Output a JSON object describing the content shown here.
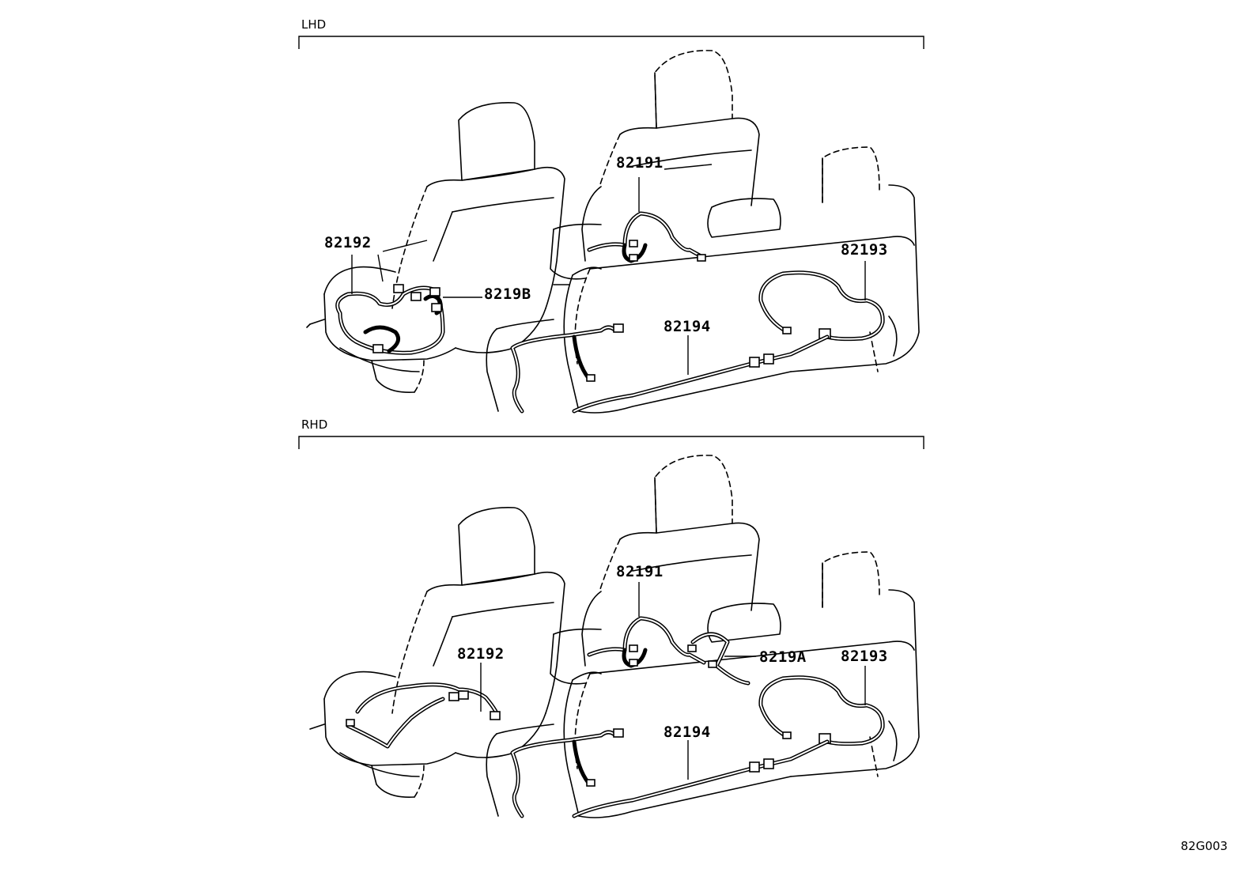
{
  "sections": [
    {
      "label": "LHD",
      "parts": [
        "82191",
        "82192",
        "8219B",
        "82193",
        "82194"
      ]
    },
    {
      "label": "RHD",
      "parts": [
        "82191",
        "82192",
        "8219A",
        "82193",
        "82194"
      ]
    }
  ],
  "figure_code": "82G003"
}
